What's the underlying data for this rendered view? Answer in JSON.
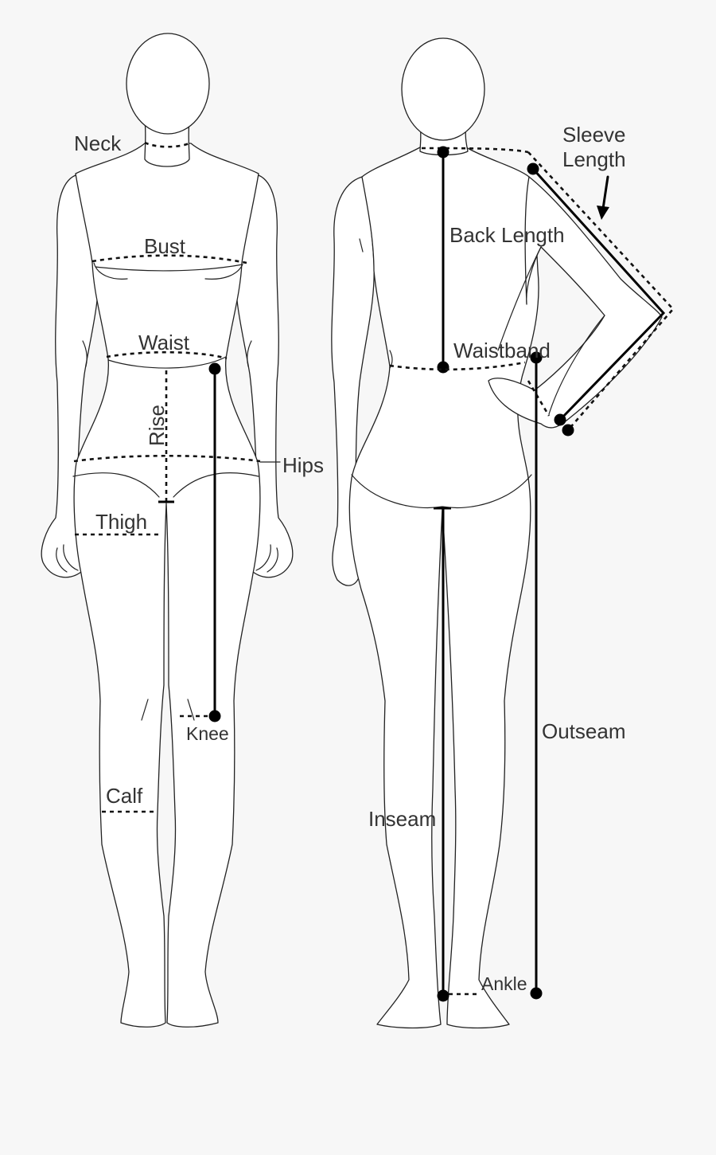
{
  "labels": {
    "neck": "Neck",
    "bust": "Bust",
    "waist": "Waist",
    "rise": "Rise",
    "hips": "Hips",
    "thigh": "Thigh",
    "knee": "Knee",
    "calf": "Calf",
    "sleeve_line1": "Sleeve",
    "sleeve_line2": "Length",
    "back_length": "Back Length",
    "waistband": "Waistband",
    "outseam": "Outseam",
    "inseam": "Inseam",
    "ankle": "Ankle"
  },
  "colors": {
    "background": "#f7f7f7",
    "outline": "#222222",
    "fill": "#ffffff",
    "measure": "#000000",
    "text": "#333333"
  }
}
